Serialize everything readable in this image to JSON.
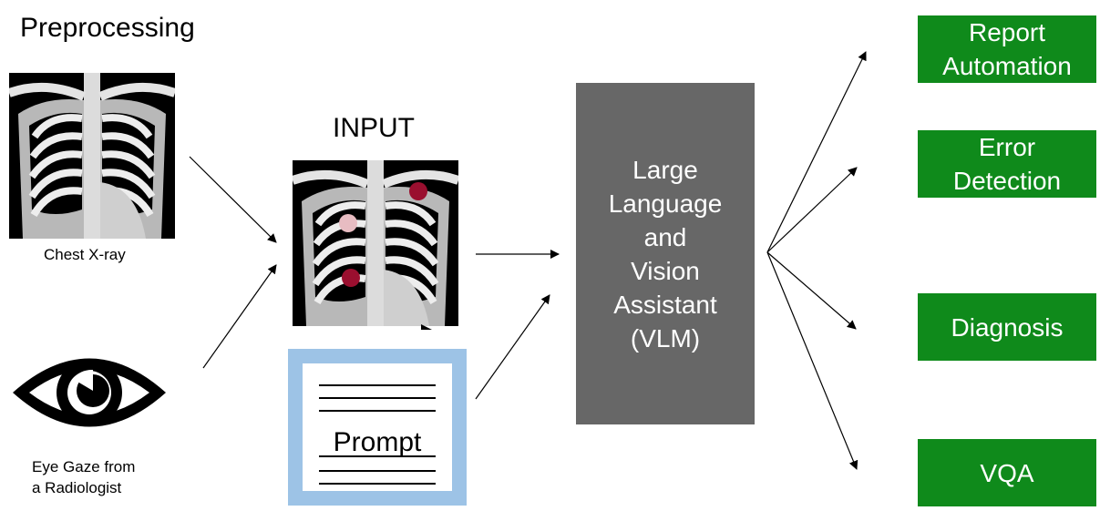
{
  "header": {
    "title": "Preprocessing"
  },
  "input": {
    "title": "INPUT",
    "prompt_label": "Prompt"
  },
  "captions": {
    "xray": "Chest X-ray",
    "eye_gaze": "Eye Gaze from\na Radiologist"
  },
  "vlm": {
    "label": "Large\nLanguage\nand\nVision\nAssistant\n(VLM)"
  },
  "outputs": [
    {
      "label": "Report\nAutomation"
    },
    {
      "label": "Error\nDetection"
    },
    {
      "label": "Diagnosis"
    },
    {
      "label": "VQA"
    }
  ],
  "colors": {
    "output_green": "#0f8a1b",
    "vlm_gray": "#676767",
    "prompt_border": "#9dc3e6",
    "gaze_dark": "#9a0f2f",
    "gaze_light": "#e7bcc2"
  },
  "icons": [
    "chest-xray-image",
    "eye-icon",
    "gaze-point",
    "document-icon",
    "arrow"
  ]
}
